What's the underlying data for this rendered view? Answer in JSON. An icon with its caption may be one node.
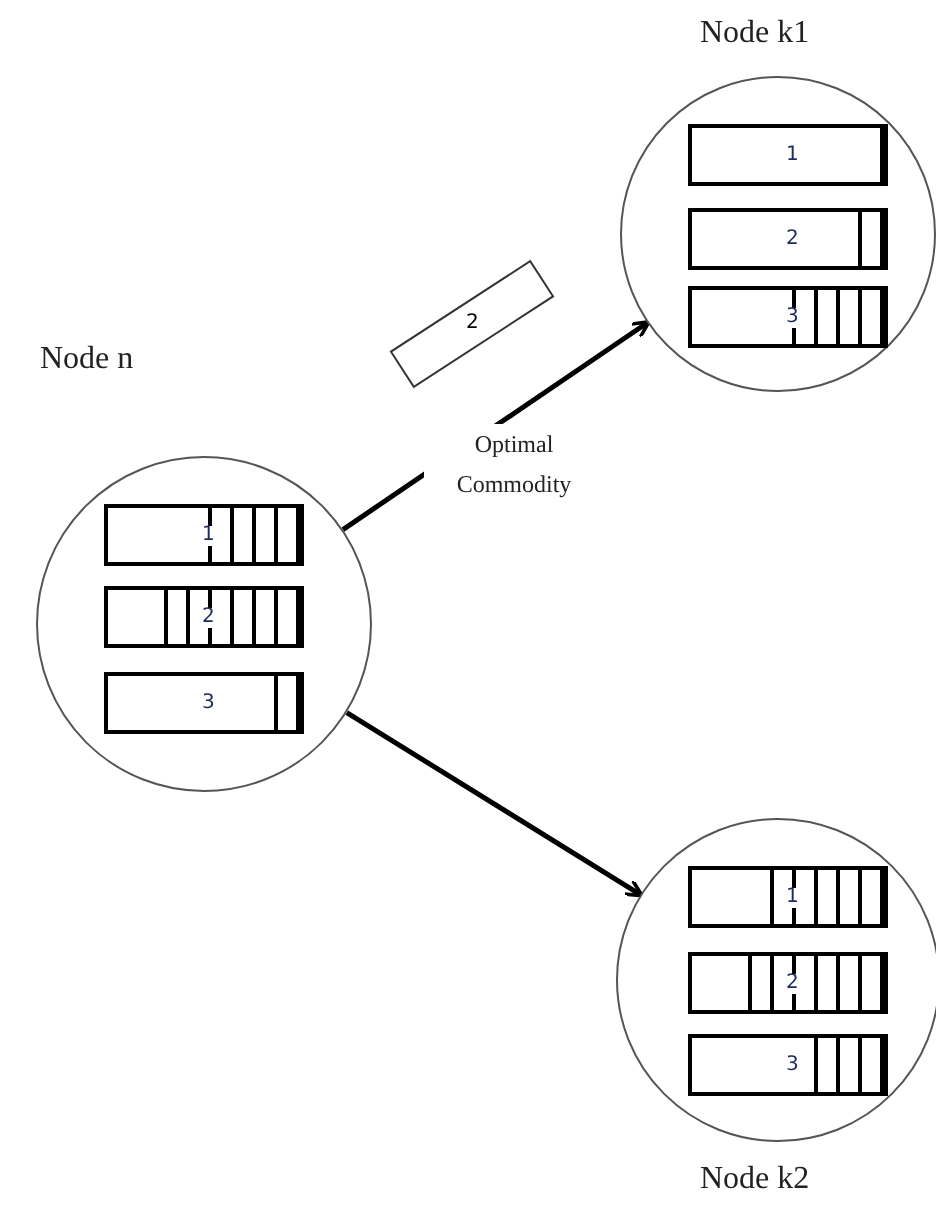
{
  "diagram": {
    "nodes": [
      {
        "text": [
          "Node n"
        ]
      },
      {
        "text": [
          "1"
        ],
        "in": 0
      },
      {
        "text": [
          "2"
        ],
        "in": 0
      },
      {
        "text": [
          "3"
        ],
        "in": 0
      },
      {
        "text": [
          "Node k1"
        ]
      },
      {
        "text": [
          "1"
        ],
        "in": 4
      },
      {
        "text": [
          "2"
        ],
        "in": 4
      },
      {
        "text": [
          "3"
        ],
        "in": 4
      },
      {
        "text": [
          "Node k2"
        ]
      },
      {
        "text": [
          "1"
        ],
        "in": 8
      },
      {
        "text": [
          "2"
        ],
        "in": 8
      },
      {
        "text": [
          "3"
        ],
        "in": 8
      },
      {
        "text": [
          "2"
        ]
      }
    ],
    "edges": [
      {
        "from": 0,
        "to": 4,
        "arrow": "to",
        "label": "Optimal Commodity"
      },
      {
        "from": 0,
        "to": 8,
        "arrow": "to"
      }
    ]
  }
}
